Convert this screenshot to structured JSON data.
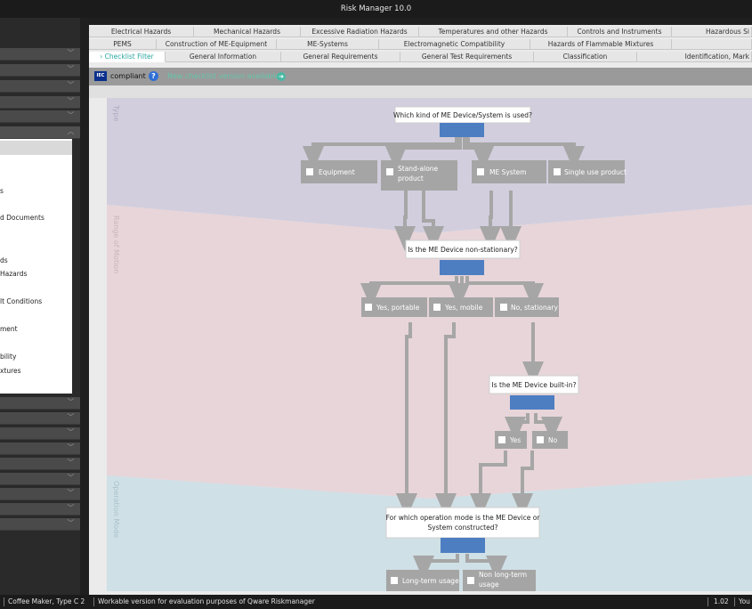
{
  "window": {
    "title": "Risk Manager  10.0"
  },
  "sidebar": {
    "panel_items": [
      "s",
      "d Documents",
      "ds",
      "Hazards",
      "lt Conditions",
      "ment",
      "bility",
      "xtures"
    ]
  },
  "tabs": {
    "row1": [
      "Electrical Hazards",
      "Mechanical Hazards",
      "Excessive Radiation Hazards",
      "Temperatures and other Hazards",
      "Controls and Instruments",
      "Hazardous Si"
    ],
    "row2": [
      "PEMS",
      "Construction of ME-Equipment",
      "ME-Systems",
      "Electromagnetic Compatibility",
      "Hazards of Flammable Mixtures",
      ""
    ],
    "row3": [
      "› Checklist Filter",
      "General Information",
      "General Requirements",
      "General Test Requirements",
      "Classification",
      "Identification, Mark"
    ]
  },
  "status_row": {
    "iec_logo": "IEC",
    "compliant": "compliant",
    "new_version": "New checklist version available"
  },
  "diagram": {
    "band_labels": [
      "Type",
      "Range of Motion",
      "Operation Mode"
    ],
    "questions": {
      "q1": "Which kind of ME Device/System is used?",
      "q2": "Is the ME Device non-stationary?",
      "q3": "Is the ME Device built-in?",
      "q4_line1": "For which operation mode is the ME Device or",
      "q4_line2": "System constructed?"
    },
    "options": {
      "equipment": "Equipment",
      "standalone_1": "Stand-alone",
      "standalone_2": "product",
      "me_system": "ME System",
      "single_use": "Single use product",
      "portable": "Yes, portable",
      "mobile": "Yes, mobile",
      "stationary": "No, stationary",
      "yes": "Yes",
      "no": "No",
      "long_term": "Long-term usage",
      "non_long_1": "Non long-term",
      "non_long_2": "usage"
    },
    "colors": {
      "band_type": "#d2cedd",
      "band_motion": "#e7d5d9",
      "band_mode": "#cfe0e6",
      "answer_bar": "#4d7ec2",
      "option_box": "#a5a5a5",
      "connector": "#a6a6a6"
    }
  },
  "statusbar": {
    "product": "Coffee Maker, Type C 2",
    "message": "Workable version for evaluation purposes of Qware Riskmanager",
    "version": "1.02",
    "user": "You"
  }
}
